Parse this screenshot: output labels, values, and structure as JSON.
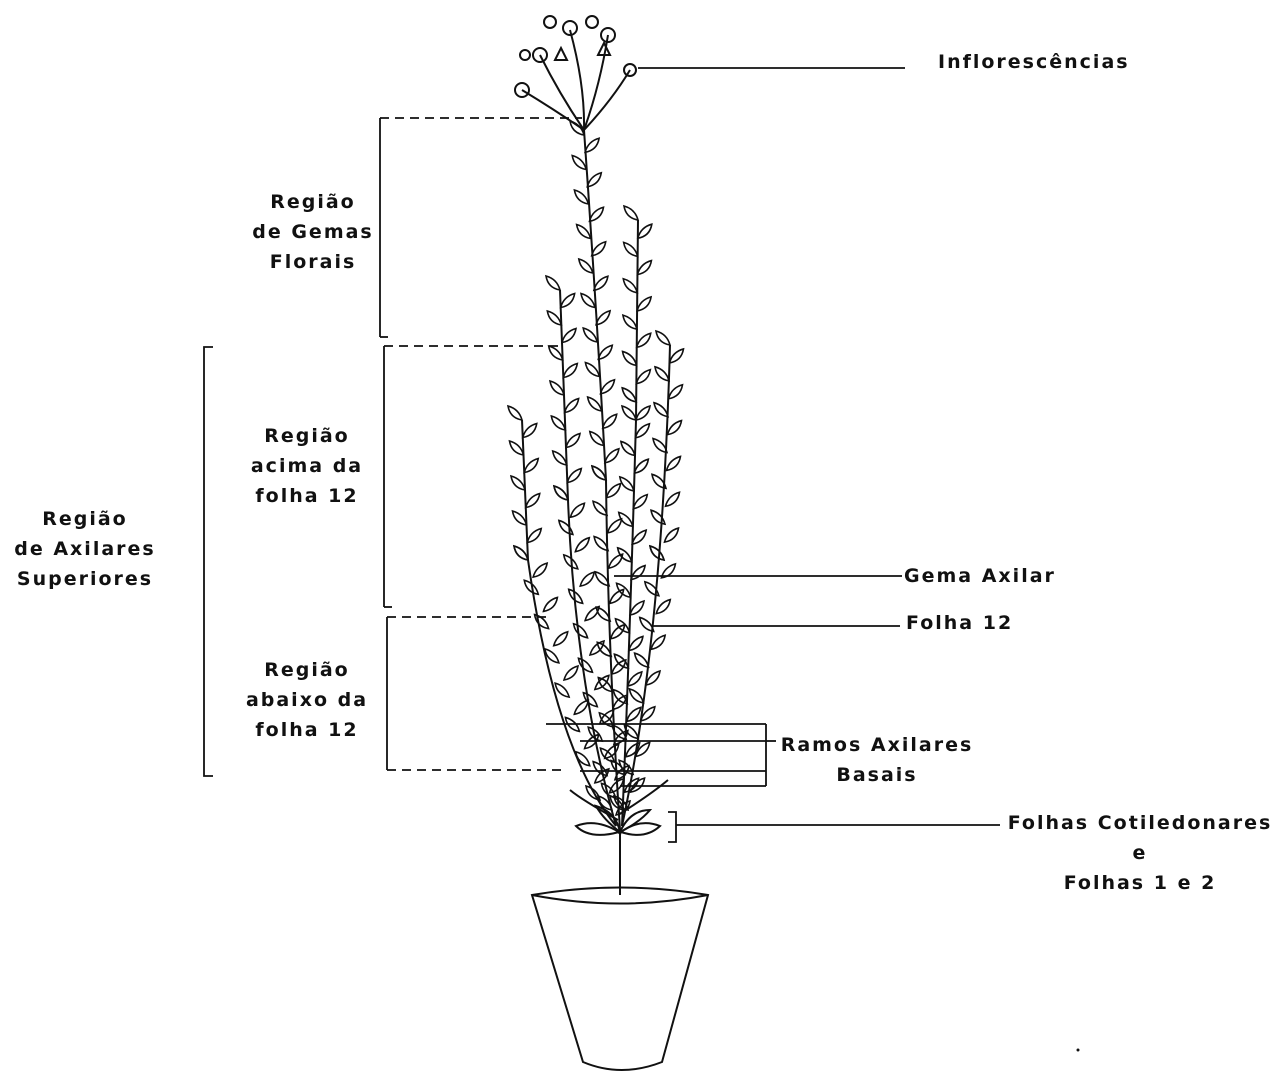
{
  "labels": {
    "inflorescencias": [
      "Inflorescências"
    ],
    "regiao_gemas_florais": [
      "Região",
      "de Gemas",
      "Florais"
    ],
    "regiao_acima": [
      "Região",
      "acima da",
      "folha 12"
    ],
    "regiao_axilares_superiores": [
      "Região",
      "de Axilares",
      "Superiores"
    ],
    "regiao_abaixo": [
      "Região",
      "abaixo da",
      "folha 12"
    ],
    "gema_axilar": [
      "Gema Axilar"
    ],
    "folha_12": [
      "Folha 12"
    ],
    "ramos_axilares_basais": [
      "Ramos Axilares",
      "Basais"
    ],
    "folhas_cotiledonares": [
      "Folhas Cotiledonares",
      "e",
      "Folhas  1  e  2"
    ]
  },
  "colors": {
    "ink": "#111111",
    "background": "#ffffff"
  }
}
